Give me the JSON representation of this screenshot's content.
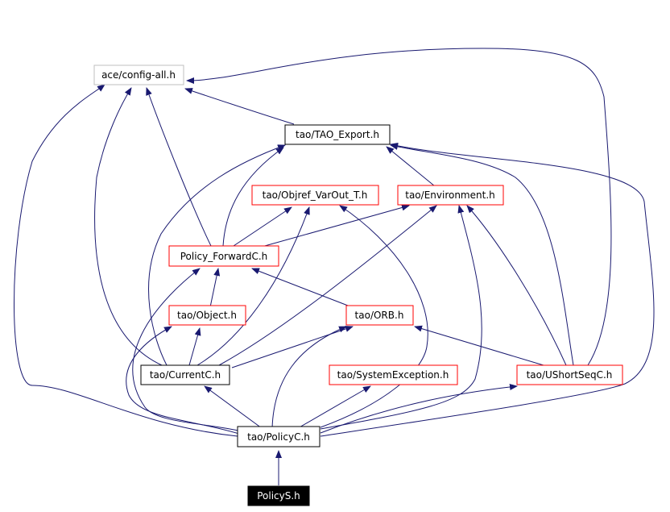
{
  "colors": {
    "edge": "#191970",
    "border_gray": "#bfbfbf",
    "border_red": "#ff0000",
    "border_black": "#000000",
    "selected_fill": "#000000",
    "selected_text": "#ffffff"
  },
  "nodes": [
    {
      "id": "ace_config_all",
      "label": "ace/config-all.h",
      "border": "gray"
    },
    {
      "id": "tao_export",
      "label": "tao/TAO_Export.h",
      "border": "black"
    },
    {
      "id": "objref_varout",
      "label": "tao/Objref_VarOut_T.h",
      "border": "red"
    },
    {
      "id": "environment",
      "label": "tao/Environment.h",
      "border": "red"
    },
    {
      "id": "policy_forwardc",
      "label": "Policy_ForwardC.h",
      "border": "red"
    },
    {
      "id": "object",
      "label": "tao/Object.h",
      "border": "red"
    },
    {
      "id": "orb",
      "label": "tao/ORB.h",
      "border": "red"
    },
    {
      "id": "currentc",
      "label": "tao/CurrentC.h",
      "border": "black"
    },
    {
      "id": "systemexception",
      "label": "tao/SystemException.h",
      "border": "red"
    },
    {
      "id": "ushortseqc",
      "label": "tao/UShortSeqC.h",
      "border": "red"
    },
    {
      "id": "policyc",
      "label": "tao/PolicyC.h",
      "border": "black"
    },
    {
      "id": "policys",
      "label": "PolicyS.h",
      "border": "selected"
    }
  ],
  "edges": [
    {
      "from": "policys",
      "to": "policyc"
    },
    {
      "from": "policyc",
      "to": "ace_config_all"
    },
    {
      "from": "policyc",
      "to": "tao_export"
    },
    {
      "from": "policyc",
      "to": "policy_forwardc"
    },
    {
      "from": "policyc",
      "to": "object"
    },
    {
      "from": "policyc",
      "to": "orb"
    },
    {
      "from": "policyc",
      "to": "currentc"
    },
    {
      "from": "policyc",
      "to": "systemexception"
    },
    {
      "from": "policyc",
      "to": "ushortseqc"
    },
    {
      "from": "policyc",
      "to": "environment"
    },
    {
      "from": "policyc",
      "to": "objref_varout"
    },
    {
      "from": "tao_export",
      "to": "ace_config_all"
    },
    {
      "from": "environment",
      "to": "tao_export"
    },
    {
      "from": "policy_forwardc",
      "to": "ace_config_all"
    },
    {
      "from": "policy_forwardc",
      "to": "tao_export"
    },
    {
      "from": "policy_forwardc",
      "to": "objref_varout"
    },
    {
      "from": "policy_forwardc",
      "to": "environment"
    },
    {
      "from": "object",
      "to": "policy_forwardc"
    },
    {
      "from": "orb",
      "to": "policy_forwardc"
    },
    {
      "from": "currentc",
      "to": "ace_config_all"
    },
    {
      "from": "currentc",
      "to": "tao_export"
    },
    {
      "from": "currentc",
      "to": "objref_varout"
    },
    {
      "from": "currentc",
      "to": "environment"
    },
    {
      "from": "currentc",
      "to": "object"
    },
    {
      "from": "currentc",
      "to": "orb"
    },
    {
      "from": "ushortseqc",
      "to": "ace_config_all"
    },
    {
      "from": "ushortseqc",
      "to": "tao_export"
    },
    {
      "from": "ushortseqc",
      "to": "environment"
    },
    {
      "from": "ushortseqc",
      "to": "orb"
    }
  ]
}
